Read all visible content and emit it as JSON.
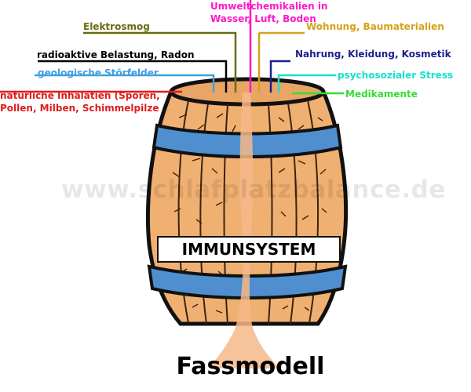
{
  "diagram": {
    "title": "Fassmodell",
    "center_label": "IMMUNSYSTEM",
    "watermark": "www.schlafplatzbalance.de",
    "factors": [
      {
        "id": "umweltchemikalien",
        "lines": [
          "Umweltchemikalien in",
          "Wasser, Luft, Boden"
        ],
        "color": "#ff17c8"
      },
      {
        "id": "elektrosmog",
        "lines": [
          "Elektrosmog"
        ],
        "color": "#6b6b12"
      },
      {
        "id": "wohnung",
        "lines": [
          "Wohnung, Baumaterialien"
        ],
        "color": "#d4a21a"
      },
      {
        "id": "radioaktiv",
        "lines": [
          "radioaktive Belastung, Radon"
        ],
        "color": "#000000"
      },
      {
        "id": "nahrung",
        "lines": [
          "Nahrung, Kleidung, Kosmetik"
        ],
        "color": "#1a1f8c"
      },
      {
        "id": "geologisch",
        "lines": [
          "geologische Störfelder"
        ],
        "color": "#3f9fe0"
      },
      {
        "id": "psychosozial",
        "lines": [
          "psychosozialer Stress"
        ],
        "color": "#18e0cc"
      },
      {
        "id": "natuerlich",
        "lines": [
          "natürliche Inhalatien (Sporen,",
          "Pollen, Milben, Schimmelpilze"
        ],
        "color": "#e01b1b"
      },
      {
        "id": "medikamente",
        "lines": [
          "Medikamente"
        ],
        "color": "#33dd33"
      }
    ],
    "colors": {
      "barrel_wood": "#f0b071",
      "barrel_wood_dark": "#e09a58",
      "hoop_blue": "#4f8fd0",
      "overflow": "#f6b888"
    }
  }
}
